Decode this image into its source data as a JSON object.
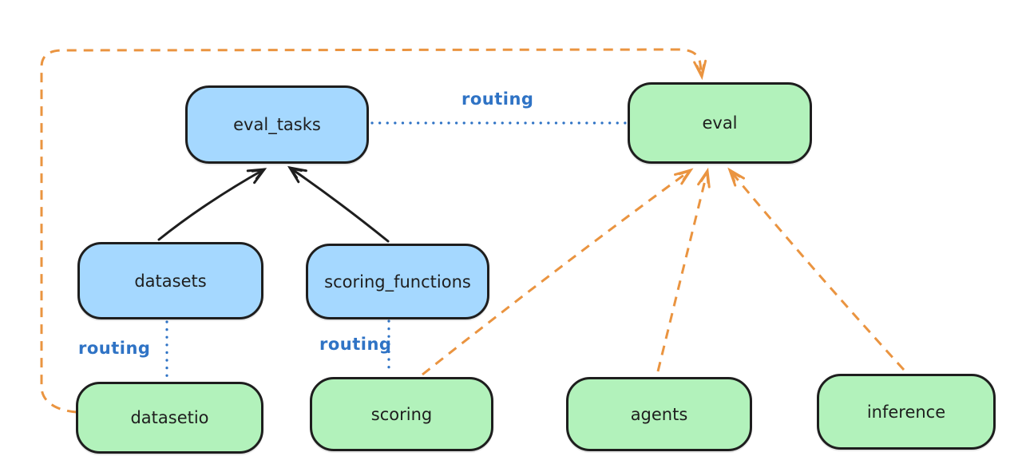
{
  "diagram": {
    "background": "#ffffff",
    "nodes": [
      {
        "id": "eval_tasks",
        "label": "eval_tasks",
        "fill": "#a5d8ff"
      },
      {
        "id": "eval",
        "label": "eval",
        "fill": "#b2f2bb"
      },
      {
        "id": "datasets",
        "label": "datasets",
        "fill": "#a5d8ff"
      },
      {
        "id": "scoring_functions",
        "label": "scoring_functions",
        "fill": "#a5d8ff"
      },
      {
        "id": "datasetio",
        "label": "datasetio",
        "fill": "#b2f2bb"
      },
      {
        "id": "scoring",
        "label": "scoring",
        "fill": "#b2f2bb"
      },
      {
        "id": "agents",
        "label": "agents",
        "fill": "#b2f2bb"
      },
      {
        "id": "inference",
        "label": "inference",
        "fill": "#b2f2bb"
      }
    ],
    "edges": [
      {
        "from": "datasets",
        "to": "eval_tasks",
        "style": "solid-arrow",
        "color": "#1e1e1e"
      },
      {
        "from": "scoring_functions",
        "to": "eval_tasks",
        "style": "solid-arrow",
        "color": "#1e1e1e"
      },
      {
        "from": "eval_tasks",
        "to": "eval",
        "style": "dotted",
        "label": "routing",
        "color": "#2f73c5"
      },
      {
        "from": "datasets",
        "to": "datasetio",
        "style": "dotted",
        "label": "routing",
        "color": "#2f73c5"
      },
      {
        "from": "scoring_functions",
        "to": "scoring",
        "style": "dotted",
        "label": "routing",
        "color": "#2f73c5"
      },
      {
        "from": "datasetio",
        "to": "eval",
        "style": "dashed-arrow",
        "color": "#ea9440"
      },
      {
        "from": "scoring",
        "to": "eval",
        "style": "dashed-arrow",
        "color": "#ea9440"
      },
      {
        "from": "agents",
        "to": "eval",
        "style": "dashed-arrow",
        "color": "#ea9440"
      },
      {
        "from": "inference",
        "to": "eval",
        "style": "dashed-arrow",
        "color": "#ea9440"
      }
    ],
    "colors": {
      "node_blue_fill": "#a5d8ff",
      "node_green_fill": "#b2f2bb",
      "node_border": "#1e1e1e",
      "solid_arrow": "#1e1e1e",
      "dashed_arrow_orange": "#ea9440",
      "routing_blue": "#2f73c5"
    }
  }
}
